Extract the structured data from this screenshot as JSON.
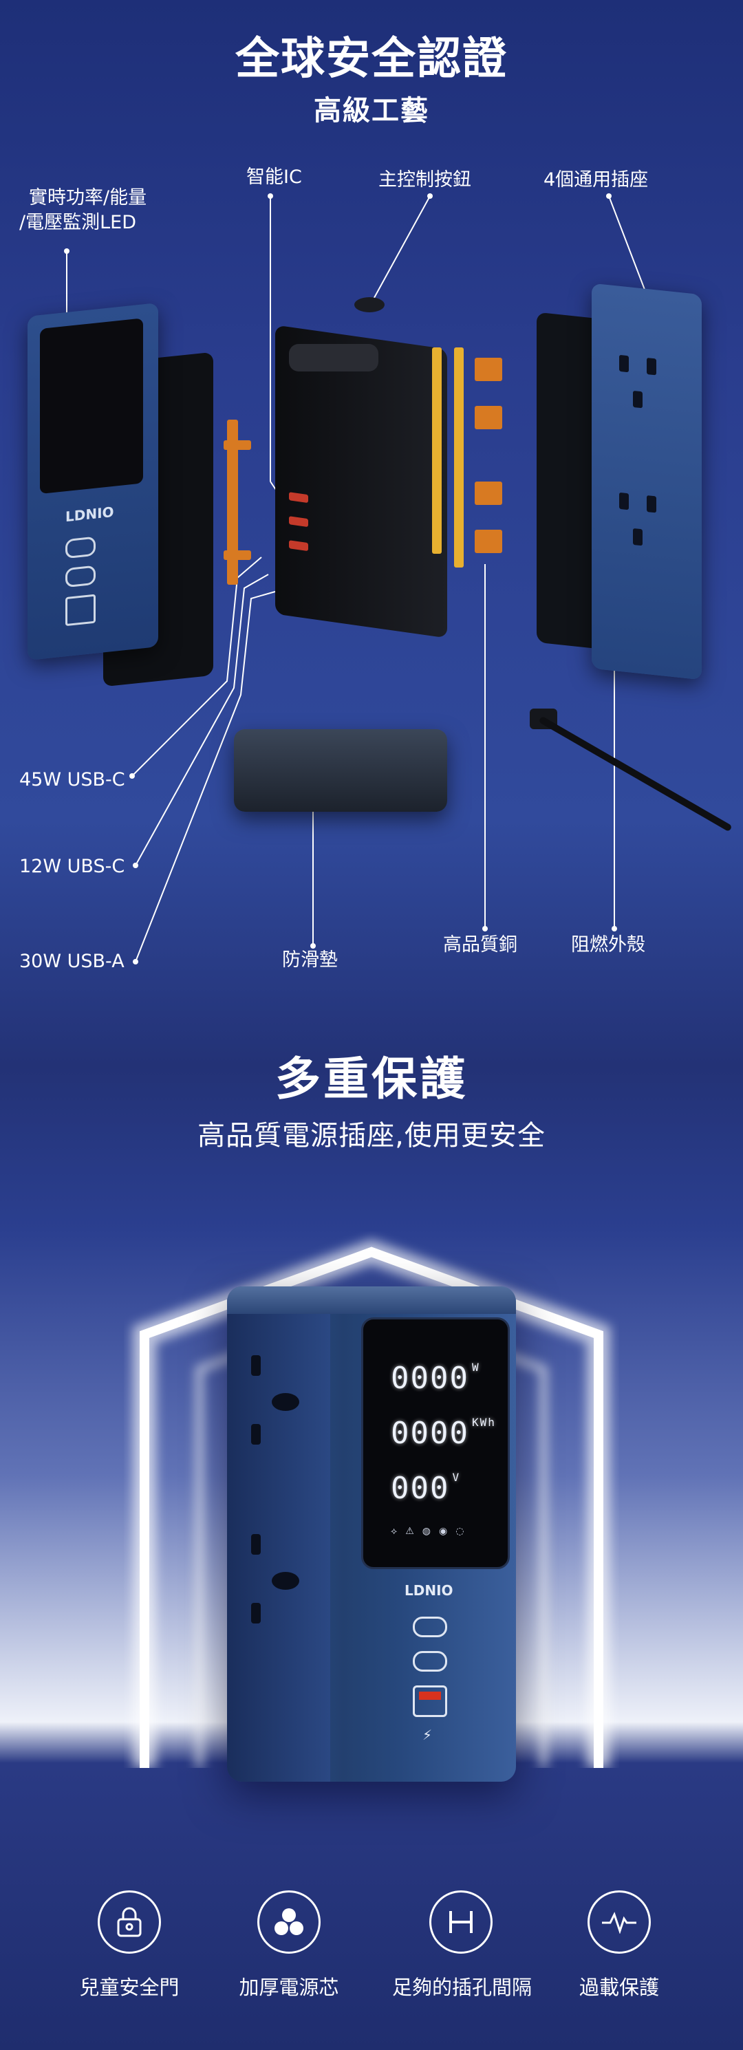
{
  "section1": {
    "title": "全球安全認證",
    "subtitle": "高級工藝",
    "labels": {
      "monitor_led_line1": "實時功率/能量",
      "monitor_led_line2": "/電壓監測LED",
      "smart_ic": "智能IC",
      "main_button": "主控制按鈕",
      "universal_sockets": "4個通用插座",
      "usb_c_45w": "45W USB-C",
      "ubs_c_12w": "12W UBS-C",
      "usb_a_30w": "30W USB-A",
      "anti_slip_pad": "防滑墊",
      "high_quality_copper": "高品質銅",
      "flame_retardant_shell": "阻燃外殼"
    },
    "brand": "LDNIO"
  },
  "section2": {
    "title": "多重保護",
    "subtitle": "高品質電源插座,使用更安全",
    "display": {
      "power": "0000",
      "power_unit": "W",
      "energy": "0000",
      "energy_unit": "KWh",
      "voltage": "000",
      "voltage_unit": "V"
    },
    "brand": "LDNIO",
    "features": [
      {
        "label": "兒童安全門",
        "icon": "lock-icon"
      },
      {
        "label": "加厚電源芯",
        "icon": "triple-core-icon"
      },
      {
        "label": "足夠的插孔間隔",
        "icon": "spacing-icon"
      },
      {
        "label": "過載保護",
        "icon": "pulse-icon"
      }
    ]
  },
  "colors": {
    "background_top": "#1e2f78",
    "device_blue": "#2d4e8c",
    "copper_yellow": "#e8b030",
    "port_red": "#d8321e"
  }
}
